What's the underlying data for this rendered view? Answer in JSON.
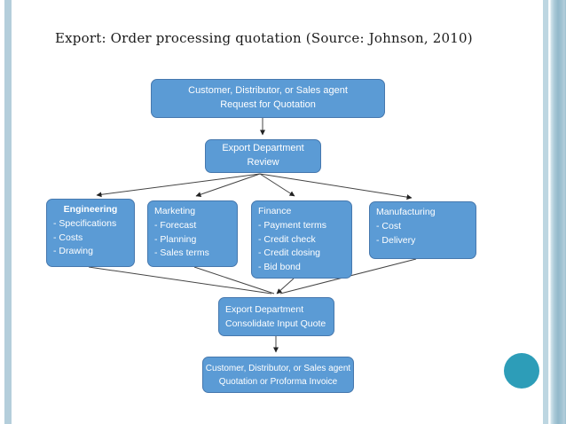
{
  "slide": {
    "title": "Export: Order processing quotation (Source: Johnson, 2010)"
  },
  "flowchart": {
    "nodes": [
      {
        "id": "request",
        "lines": [
          "Customer, Distributor, or Sales agent",
          "Request for Quotation"
        ]
      },
      {
        "id": "review",
        "lines": [
          "Export Department",
          "Review"
        ]
      },
      {
        "id": "engineering",
        "title": "Engineering",
        "items": [
          "- Specifications",
          "- Costs",
          "- Drawing"
        ]
      },
      {
        "id": "marketing",
        "title": "Marketing",
        "items": [
          "- Forecast",
          "- Planning",
          "- Sales terms"
        ]
      },
      {
        "id": "finance",
        "title": "Finance",
        "items": [
          "- Payment terms",
          "- Credit check",
          "- Credit closing",
          "- Bid bond"
        ]
      },
      {
        "id": "manufacturing",
        "title": "Manufacturing",
        "items": [
          "- Cost",
          "- Delivery"
        ]
      },
      {
        "id": "consolidate",
        "lines": [
          "Export Department",
          "Consolidate Input Quote"
        ]
      },
      {
        "id": "quotation",
        "lines": [
          "Customer, Distributor, or Sales agent",
          "Quotation or Proforma Invoice"
        ]
      }
    ],
    "colors": {
      "node_fill": "#5b9bd5",
      "node_border": "#4678ae",
      "node_text": "#ffffff",
      "arrow": "#3c3c3c",
      "left_accent_bar": "#b4cedb",
      "right_stripes": "#9fc2d2",
      "circle": "#2d9db8"
    }
  }
}
